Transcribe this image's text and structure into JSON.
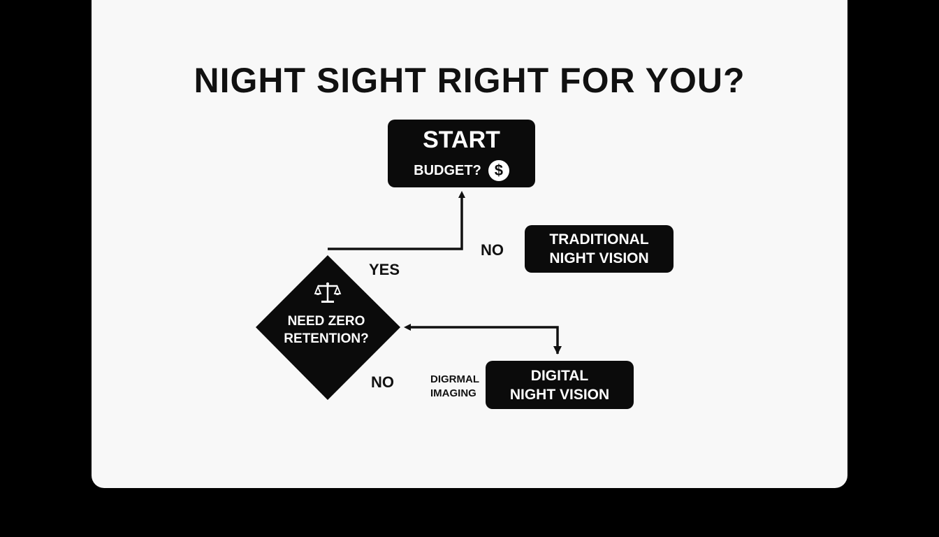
{
  "title": "NIGHT SIGHT RIGHT FOR YOU?",
  "start": {
    "label": "START",
    "question": "BUDGET?",
    "icon": "dollar-icon",
    "icon_glyph": "$"
  },
  "traditional": {
    "line1": "TRADITIONAL",
    "line2": "NIGHT VISION"
  },
  "decision": {
    "icon": "scale-icon",
    "line1": "NEED ZERO",
    "line2": "RETENTION?"
  },
  "digital": {
    "line1": "DIGITAL",
    "line2": "NIGHT VISION"
  },
  "labels": {
    "no_top": "NO",
    "yes": "YES",
    "no_bottom": "NO",
    "digrmal_line1": "DIGRMAL",
    "digrmal_line2": "IMAGING"
  },
  "colors": {
    "background": "#000000",
    "card": "#f8f8f8",
    "node_fill": "#0b0b0b",
    "node_text": "#ffffff",
    "line": "#111111"
  }
}
